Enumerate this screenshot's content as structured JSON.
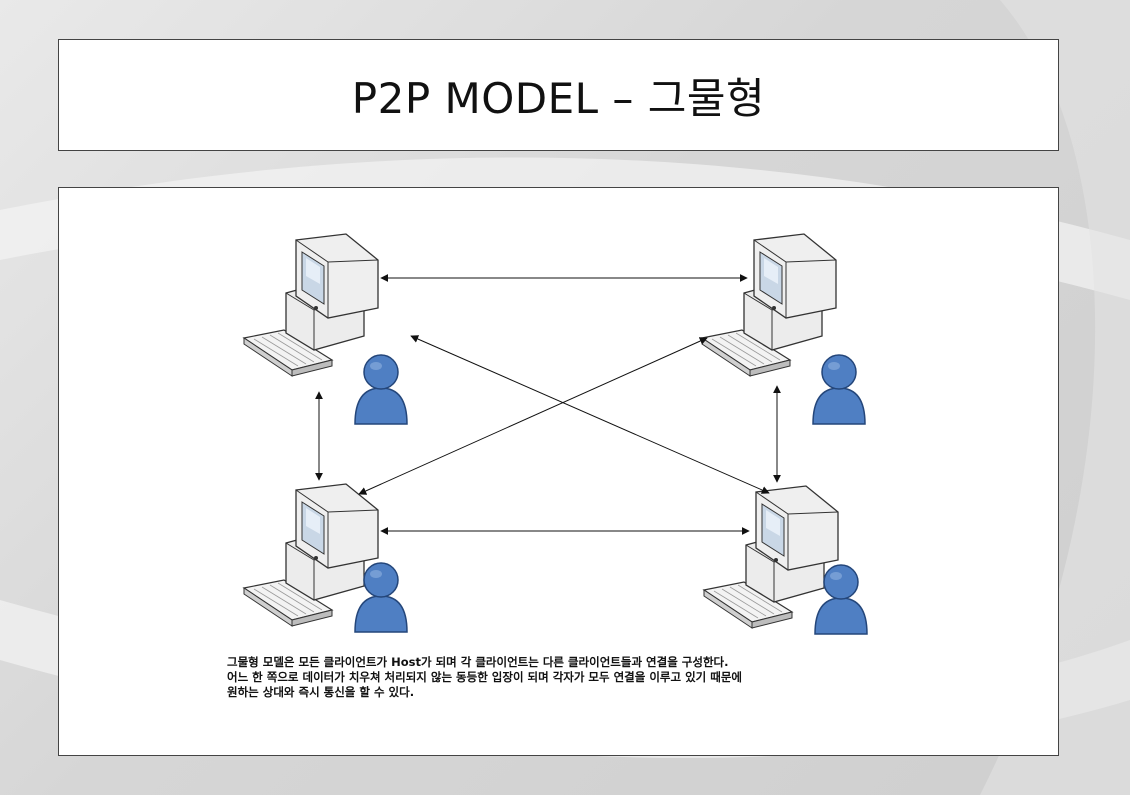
{
  "slide": {
    "title": "P2P MODEL – 그물형",
    "description_lines": [
      "그물형 모델은 모든 클라이언트가 Host가 되며 각 클라이언트는 다른 클라이언트들과 연결을 구성한다.",
      "어느 한 쪽으로 데이터가 치우쳐 처리되지 않는 동등한 입장이 되며 각자가 모두 연결을 이루고 있기 때문에",
      "원하는 상대와 즉시 통신을 할 수 있다."
    ]
  },
  "diagram": {
    "nodes": [
      "top-left-computer",
      "top-right-computer",
      "bottom-left-computer",
      "bottom-right-computer"
    ],
    "connections": [
      [
        "top-left-computer",
        "top-right-computer"
      ],
      [
        "bottom-left-computer",
        "bottom-right-computer"
      ],
      [
        "top-left-computer",
        "bottom-left-computer"
      ],
      [
        "top-right-computer",
        "bottom-right-computer"
      ],
      [
        "top-left-computer",
        "bottom-right-computer"
      ],
      [
        "top-right-computer",
        "bottom-left-computer"
      ]
    ],
    "colors": {
      "monitor_body": "#ededed",
      "screen": "#c9d7e6",
      "user": "#4f7fc3",
      "user_dark": "#2d5a9c",
      "line": "#111111"
    }
  }
}
